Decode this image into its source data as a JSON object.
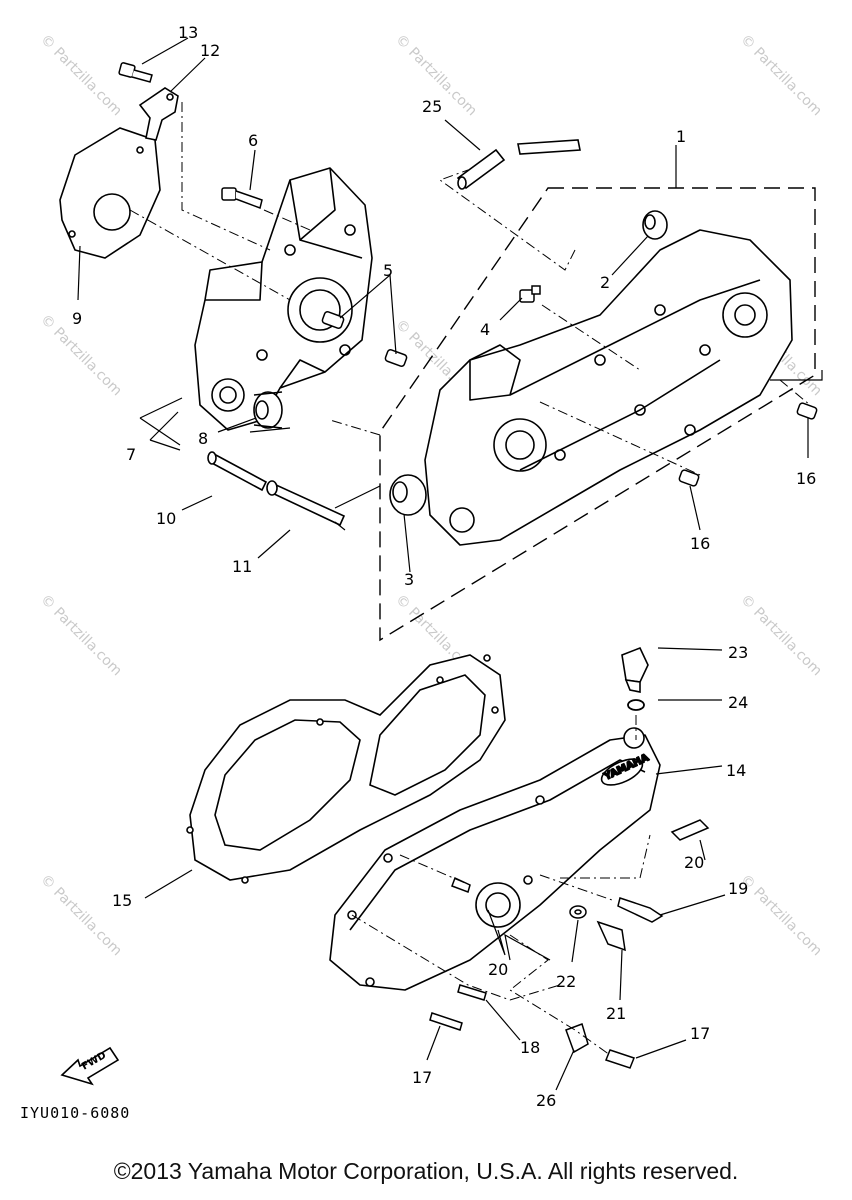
{
  "callouts": [
    "1",
    "2",
    "3",
    "4",
    "5",
    "6",
    "7",
    "8",
    "9",
    "10",
    "11",
    "12",
    "13",
    "14",
    "15",
    "16",
    "16",
    "17",
    "17",
    "18",
    "19",
    "20",
    "20",
    "21",
    "22",
    "23",
    "24",
    "25",
    "26"
  ],
  "diagram_code": "IYU010-6080",
  "fwd_label": "FWD",
  "cover_logo": "YAMAHA",
  "watermark": "© Partzilla.com",
  "copyright": "©2013 Yamaha Motor Corporation, U.S.A. All rights reserved."
}
